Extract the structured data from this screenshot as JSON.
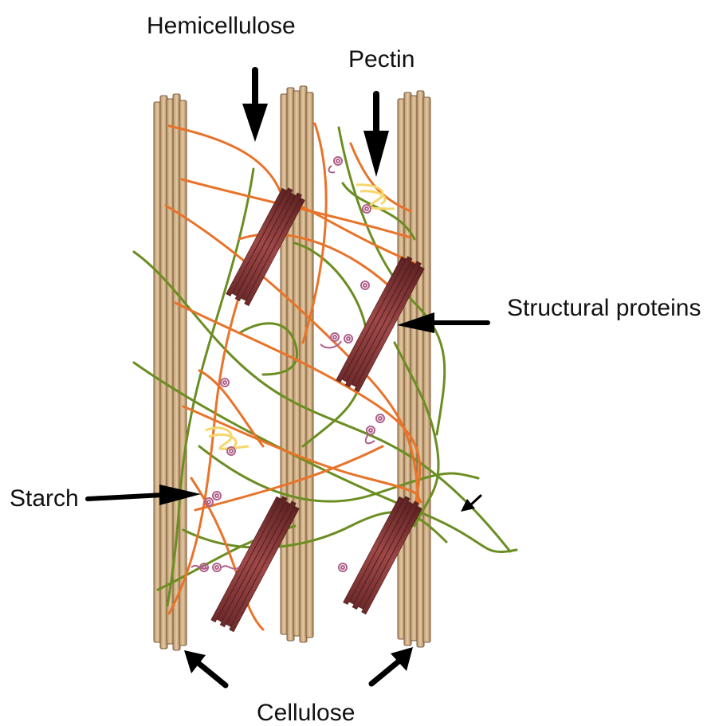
{
  "diagram": {
    "labels": {
      "hemicellulose": "Hemicellulose",
      "pectin": "Pectin",
      "structural_proteins": "Structural proteins",
      "starch": "Starch",
      "cellulose": "Cellulose"
    },
    "colors": {
      "cellulose_fiber": "#d4b48c",
      "cellulose_edge": "#7a5a3a",
      "hemicellulose_strand": "#e8732a",
      "pectin_strand": "#6b8e23",
      "pectin_yellow": "#f5d76e",
      "structural_protein": "#8b3a3a",
      "starch_coil": "#b0608a",
      "arrow": "#000000"
    }
  }
}
